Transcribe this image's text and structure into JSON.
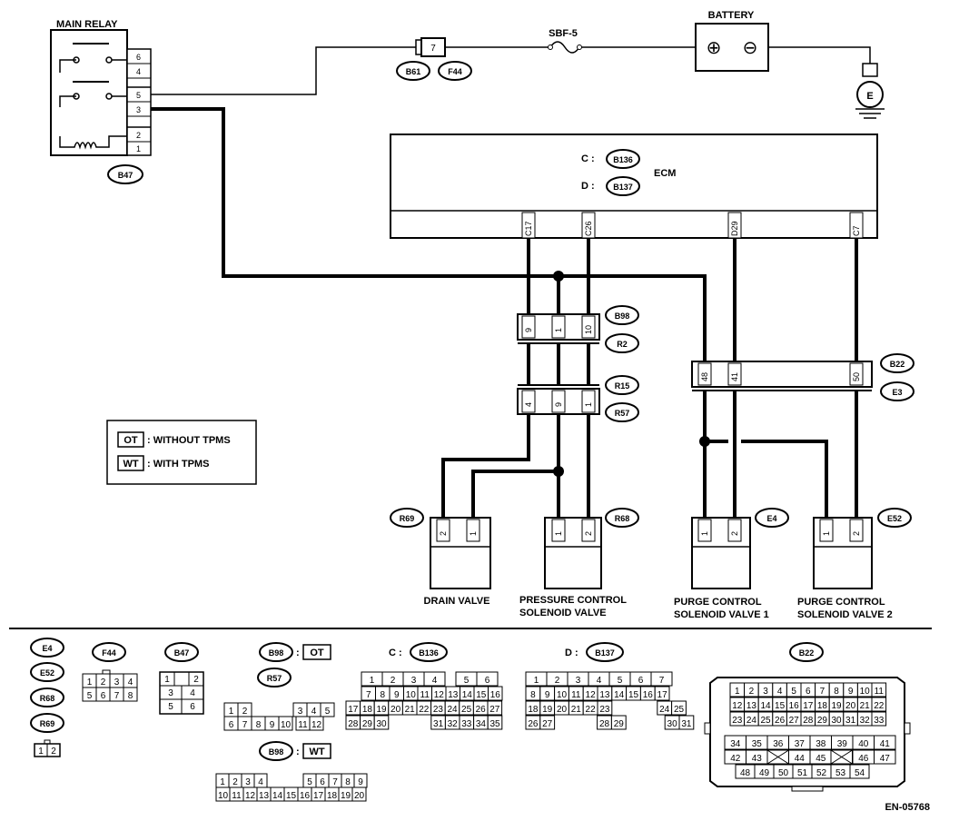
{
  "main_relay": {
    "title": "MAIN RELAY",
    "pins": [
      "6",
      "4",
      "5",
      "3",
      "2",
      "1"
    ],
    "connector": "B47"
  },
  "battery": {
    "title": "BATTERY",
    "fuse": "SBF-5",
    "plus": "⊕",
    "minus": "⊖"
  },
  "fuse_block": {
    "fuse": "7",
    "connectors": [
      "B61",
      "F44"
    ]
  },
  "ground": {
    "label": "E"
  },
  "ecm": {
    "title": "ECM",
    "conn_c_prefix": "C :",
    "conn_c": "B136",
    "conn_d_prefix": "D :",
    "conn_d": "B137",
    "pins": [
      "C17",
      "C26",
      "D29",
      "C7"
    ]
  },
  "joint_b98": {
    "pins": [
      "9",
      "1",
      "10"
    ],
    "connectors": [
      "B98",
      "R2"
    ]
  },
  "joint_r15": {
    "pins": [
      "4",
      "9",
      "1"
    ],
    "connectors": [
      "R15",
      "R57"
    ]
  },
  "joint_b22": {
    "pins": [
      "48",
      "41",
      "50"
    ],
    "connectors": [
      "B22",
      "E3"
    ]
  },
  "legend": {
    "ot_box": "OT",
    "ot_text": ": WITHOUT TPMS",
    "wt_box": "WT",
    "wt_text": ": WITH TPMS"
  },
  "components": [
    {
      "connector": "R69",
      "pins": [
        "2",
        "1"
      ],
      "name_line1": "DRAIN VALVE",
      "name_line2": ""
    },
    {
      "connector": "R68",
      "pins": [
        "1",
        "2"
      ],
      "name_line1": "PRESSURE CONTROL",
      "name_line2": "SOLENOID VALVE"
    },
    {
      "connector": "E4",
      "pins": [
        "1",
        "2"
      ],
      "name_line1": "PURGE CONTROL",
      "name_line2": "SOLENOID VALVE 1"
    },
    {
      "connector": "E52",
      "pins": [
        "1",
        "2"
      ],
      "name_line1": "PURGE CONTROL",
      "name_line2": "SOLENOID VALVE 2"
    }
  ],
  "bottom": {
    "left_labels": [
      "E4",
      "E52",
      "R68",
      "R69"
    ],
    "left_conn": [
      "1",
      "2"
    ],
    "f44": {
      "label": "F44",
      "rows": [
        [
          "1",
          "2",
          "3",
          "4"
        ],
        [
          "5",
          "6",
          "7",
          "8"
        ]
      ]
    },
    "b47": {
      "label": "B47",
      "rows": [
        [
          "1",
          "",
          "2"
        ],
        [
          "3",
          "4"
        ],
        [
          "5",
          "6"
        ]
      ]
    },
    "b98_ot": {
      "label": "B98",
      "tag": "OT",
      "sep": ":"
    },
    "r57": {
      "label": "R57",
      "row1": [
        "1",
        "2",
        "3",
        "4",
        "5"
      ],
      "row2": [
        "6",
        "7",
        "8",
        "9",
        "10",
        "11",
        "12"
      ]
    },
    "b98_wt": {
      "label": "B98",
      "tag": "WT",
      "sep": ":",
      "row1": [
        "1",
        "2",
        "3",
        "4",
        "5",
        "6",
        "7",
        "8",
        "9"
      ],
      "row2": [
        "10",
        "11",
        "12",
        "13",
        "14",
        "15",
        "16",
        "17",
        "18",
        "19",
        "20"
      ]
    },
    "b136": {
      "label": "B136",
      "prefix": "C :",
      "row1": [
        "1",
        "2",
        "3",
        "4",
        "5",
        "6"
      ],
      "row2": [
        "7",
        "8",
        "9",
        "10",
        "11",
        "12",
        "13",
        "14",
        "15",
        "16"
      ],
      "row3": [
        "17",
        "18",
        "19",
        "20",
        "21",
        "22",
        "23",
        "24",
        "25",
        "26",
        "27"
      ],
      "row4": [
        "28",
        "29",
        "30",
        "31",
        "32",
        "33",
        "34",
        "35"
      ]
    },
    "b137": {
      "label": "B137",
      "prefix": "D :",
      "row1": [
        "1",
        "2",
        "3",
        "4",
        "5",
        "6",
        "7"
      ],
      "row2": [
        "8",
        "9",
        "10",
        "11",
        "12",
        "13",
        "14",
        "15",
        "16",
        "17"
      ],
      "row3": [
        "18",
        "19",
        "20",
        "21",
        "22",
        "23",
        "24",
        "25"
      ],
      "row4": [
        "26",
        "27",
        "28",
        "29",
        "30",
        "31"
      ]
    },
    "b22": {
      "label": "B22",
      "row1": [
        "1",
        "2",
        "3",
        "4",
        "5",
        "6",
        "7",
        "8",
        "9",
        "10",
        "11"
      ],
      "row2": [
        "12",
        "13",
        "14",
        "15",
        "16",
        "17",
        "18",
        "19",
        "20",
        "21",
        "22"
      ],
      "row3": [
        "23",
        "24",
        "25",
        "26",
        "27",
        "28",
        "29",
        "30",
        "31",
        "32",
        "33"
      ],
      "row4": [
        "34",
        "35",
        "36",
        "37",
        "38",
        "39",
        "40",
        "41"
      ],
      "row5": [
        "42",
        "43",
        "44",
        "45",
        "46",
        "47"
      ],
      "row6": [
        "48",
        "49",
        "50",
        "51",
        "52",
        "53",
        "54"
      ]
    }
  },
  "code": "EN-05768"
}
